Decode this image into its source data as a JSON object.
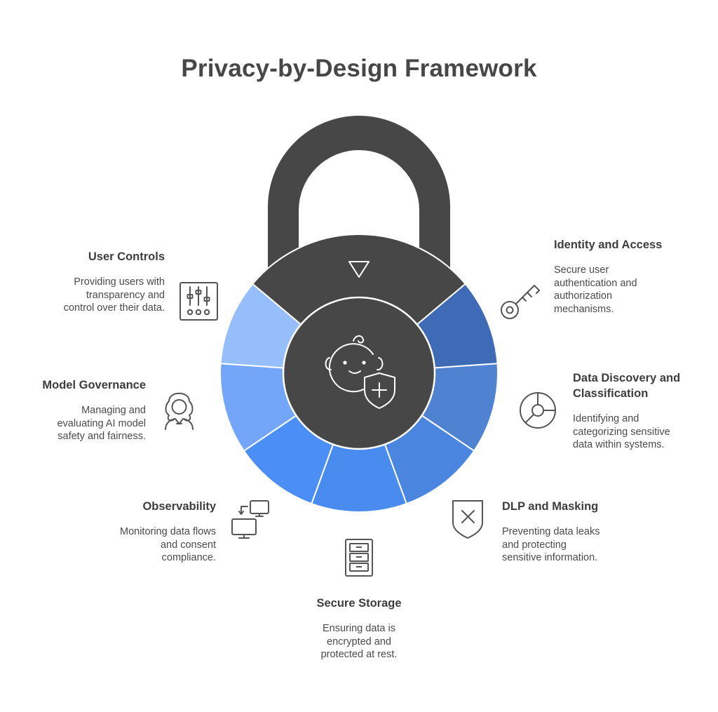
{
  "title": "Privacy-by-Design Framework",
  "colors": {
    "shackle": "#474747",
    "top_segment": "#474747",
    "center": "#474747",
    "segments": {
      "identity_access": "#3f6ab5",
      "data_discovery": "#4f82d1",
      "dlp_masking": "#4a86e0",
      "secure_storage": "#4a8bf0",
      "observability": "#4b8ef5",
      "model_governance": "#73a6f8",
      "user_controls": "#96befb"
    }
  },
  "center_icons": [
    "child-face-icon",
    "shield-plus-icon"
  ],
  "top_icon": "triangle-down-icon",
  "items": {
    "identity_access": {
      "title": "Identity and Access",
      "description": "Secure user\nauthentication and\nauthorization\nmechanisms.",
      "icon": "key-icon"
    },
    "data_discovery": {
      "title": "Data Discovery and\nClassification",
      "description": "Identifying and\ncategorizing sensitive\ndata within systems.",
      "icon": "pie-chart-icon"
    },
    "dlp_masking": {
      "title": "DLP and Masking",
      "description": "Preventing data leaks\nand protecting\nsensitive information.",
      "icon": "shield-x-icon"
    },
    "secure_storage": {
      "title": "Secure Storage",
      "description": "Ensuring data is\nencrypted and\nprotected at rest.",
      "icon": "file-cabinet-icon"
    },
    "observability": {
      "title": "Observability",
      "description": "Monitoring data flows\nand consent\ncompliance.",
      "icon": "monitors-sync-icon"
    },
    "model_governance": {
      "title": "Model Governance",
      "description": "Managing and\nevaluating AI model\nsafety and fairness.",
      "icon": "judge-icon"
    },
    "user_controls": {
      "title": "User Controls",
      "description": "Providing users with\ntransparency and\ncontrol over their data.",
      "icon": "sliders-icon"
    }
  }
}
